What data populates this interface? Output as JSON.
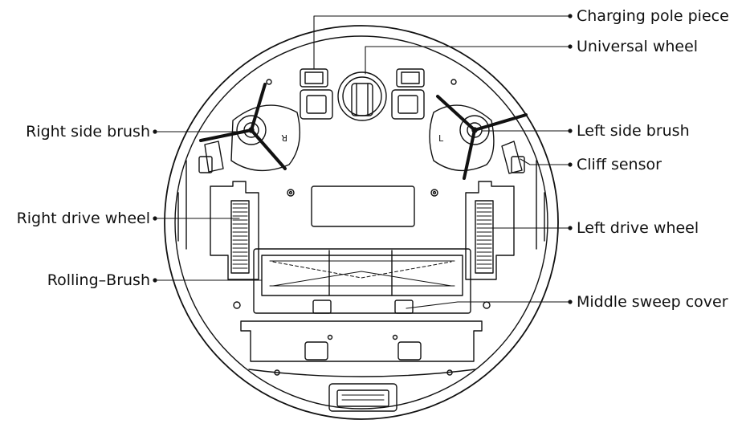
{
  "labels": {
    "charging_pole_piece": "Charging pole piece",
    "universal_wheel": "Universal wheel",
    "right_side_brush": "Right side brush",
    "left_side_brush": "Left side brush",
    "cliff_sensor": "Cliff sensor",
    "right_drive_wheel": "Right drive wheel",
    "left_drive_wheel": "Left drive wheel",
    "rolling_brush": "Rolling–Brush",
    "middle_sweep_cover": "Middle sweep cover"
  },
  "marks": {
    "right": "R",
    "left": "L"
  },
  "colors": {
    "line": "#111111",
    "background": "#ffffff"
  }
}
